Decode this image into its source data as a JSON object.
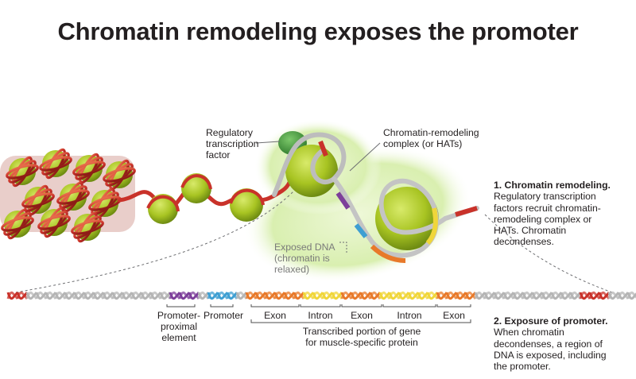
{
  "title": "Chromatin remodeling exposes the promoter",
  "labels": {
    "regulatory_tf": [
      "Regulatory",
      "transcription",
      "factor"
    ],
    "remodeling_complex": [
      "Chromatin-remodeling",
      "complex (or HATs)"
    ],
    "exposed_dna": [
      "Exposed DNA",
      "(chromatin is",
      "relaxed)"
    ],
    "promoter_proximal": [
      "Promoter-",
      "proximal",
      "element"
    ],
    "promoter": "Promoter",
    "gene_segments": [
      "Exon",
      "Intron",
      "Exon",
      "Intron",
      "Exon"
    ],
    "transcribed": [
      "Transcribed portion of gene",
      "for muscle-specific protein"
    ]
  },
  "steps": [
    {
      "heading": "1. Chromatin remodeling.",
      "text": [
        "Regulatory transcription",
        "factors recruit chromatin-",
        "remodeling complex or",
        "HATs. Chromatin",
        "decondenses."
      ]
    },
    {
      "heading": "2. Exposure of promoter.",
      "text": [
        "When chromatin",
        "decondenses, a region of",
        "DNA is exposed, including",
        "the promoter."
      ]
    }
  ],
  "colors": {
    "nucleosome": "#a8c422",
    "condensed_dna": "#c9322a",
    "relaxed_dna": "#b5b5b5",
    "promoter_proximal": "#7d3f9a",
    "promoter": "#3f9fd2",
    "exon": "#e8792a",
    "intron": "#f0d63a",
    "remodeling_glow": "#d9efb0",
    "transcription_factor": "#3f9a3a"
  }
}
